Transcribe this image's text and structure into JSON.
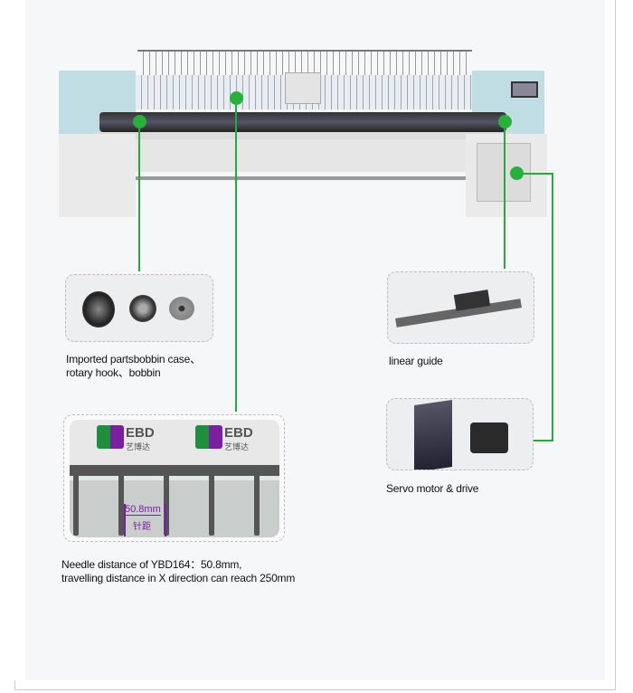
{
  "features": [
    {
      "caption_line1": "Imported partsbobbin case、",
      "caption_line2": "rotary hook、bobbin"
    },
    {
      "caption": "linear guide"
    },
    {
      "caption_line1": "Needle distance of YBD164：50.8mm,",
      "caption_line2": "travelling distance in X direction can reach 250mm"
    },
    {
      "caption": "Servo motor & drive"
    }
  ],
  "needle_detail": {
    "brand": "EBD",
    "brand_cn": "艺博达",
    "measure": "50.8mm",
    "measure_cn": "针距"
  },
  "colors": {
    "accent": "#27b03c",
    "panel": "#f6f7f8",
    "machine_side": "#bfdde2",
    "measure": "#7a1fa0"
  }
}
